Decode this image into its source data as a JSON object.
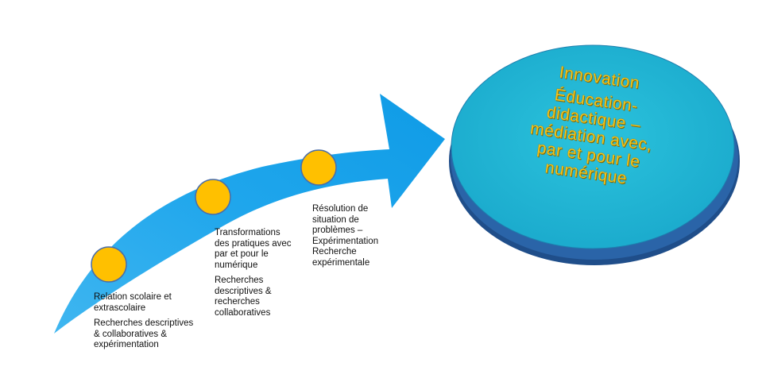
{
  "colors": {
    "arrow": "#1aa8ee",
    "arrow_light": "#56c6f5",
    "circle": "#ffc000",
    "circle_border": "#4a6da8",
    "disc_top": "#21b6d4",
    "disc_side": "#1f4e8a",
    "disc_text": "#f2c21a"
  },
  "steps": [
    {
      "label": "Relation scolaire et\nextrascolaire",
      "research": "Recherches descriptives\n& collaboratives  &\nexpérimentation"
    },
    {
      "label": "Transformations\ndes pratiques avec\npar et pour le\nnumérique",
      "research": "Recherches\ndescriptives &\nrecherches\ncollaboratives"
    },
    {
      "label": "Résolution de\nsituation de\nproblèmes –\nExpérimentation\nRecherche\nexpérimentale",
      "research": ""
    }
  ],
  "goal": {
    "title": "Innovation",
    "body": "Éducation-\ndidactique –\nmédiation avec,\npar et pour le\nnumérique"
  }
}
